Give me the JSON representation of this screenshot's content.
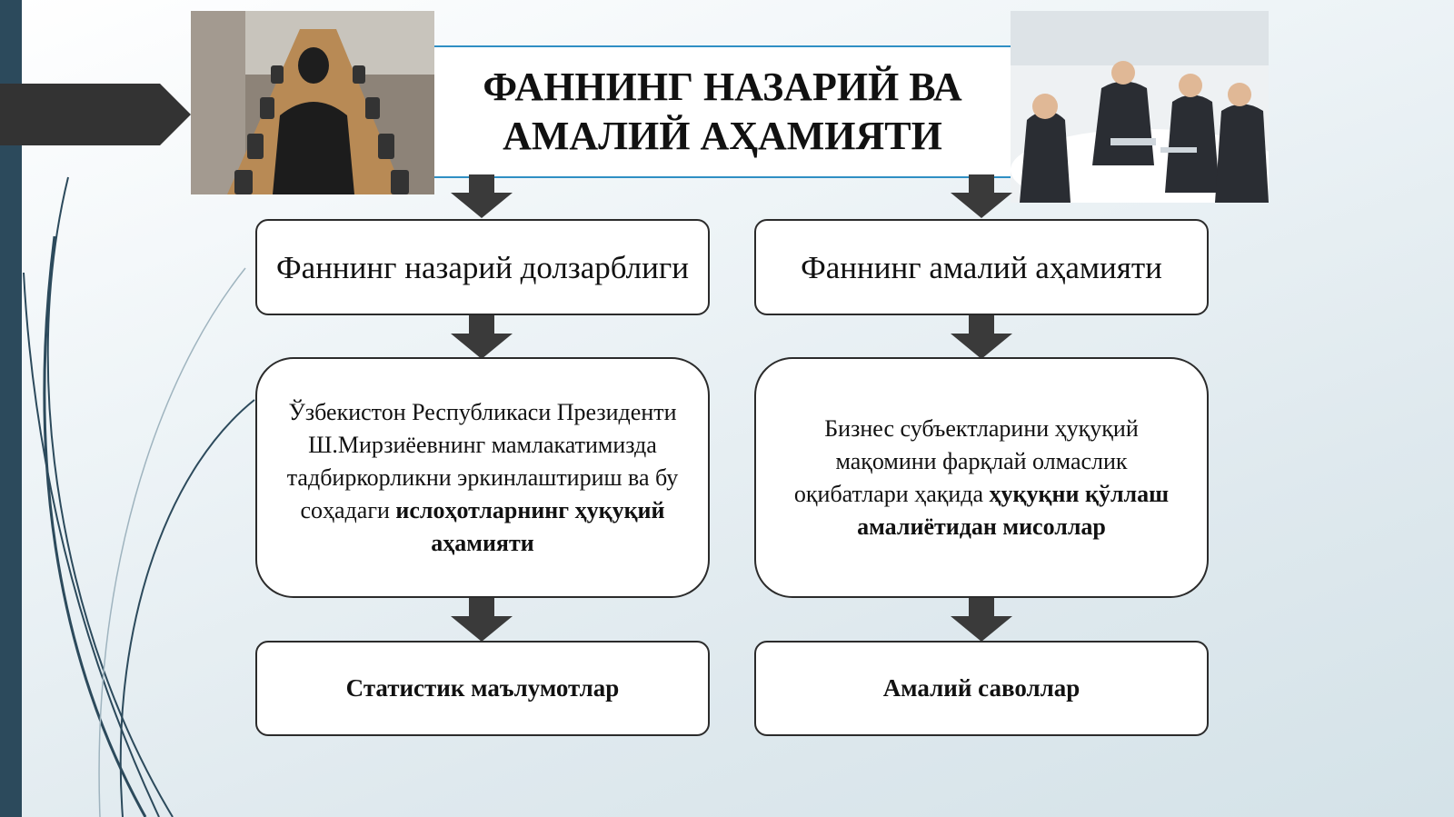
{
  "title": "ФАННИНГ НАЗАРИЙ ВА\nАМАЛИЙ АҲАМИЯТИ",
  "colors": {
    "accent_line": "#2f8fc4",
    "left_bar": "#2c4a5c",
    "arrow": "#3a3a3a",
    "box_border": "#2b2b2b"
  },
  "left_column": {
    "level1": "Фаннинг назарий долзарблиги",
    "level2_normal": "Ўзбекистон Республикаси Президенти Ш.Мирзиёевнинг мамлакатимизда тадбиркорликни эркинлаштириш ва бу соҳадаги ",
    "level2_bold": "ислоҳотларнинг ҳуқуқий аҳамияти",
    "level3": "Статистик маълумотлар"
  },
  "right_column": {
    "level1": "Фаннинг амалий аҳамияти",
    "level2_normal": "Бизнес субъектларини ҳуқуқий мақомини фарқлай олмаслик оқибатлари ҳақида ",
    "level2_bold": "ҳуқуқни қўллаш амалиётидан мисоллар",
    "level3": "Амалий саволлар"
  },
  "images": {
    "left": "meeting-room-photo",
    "right": "business-team-photo"
  }
}
